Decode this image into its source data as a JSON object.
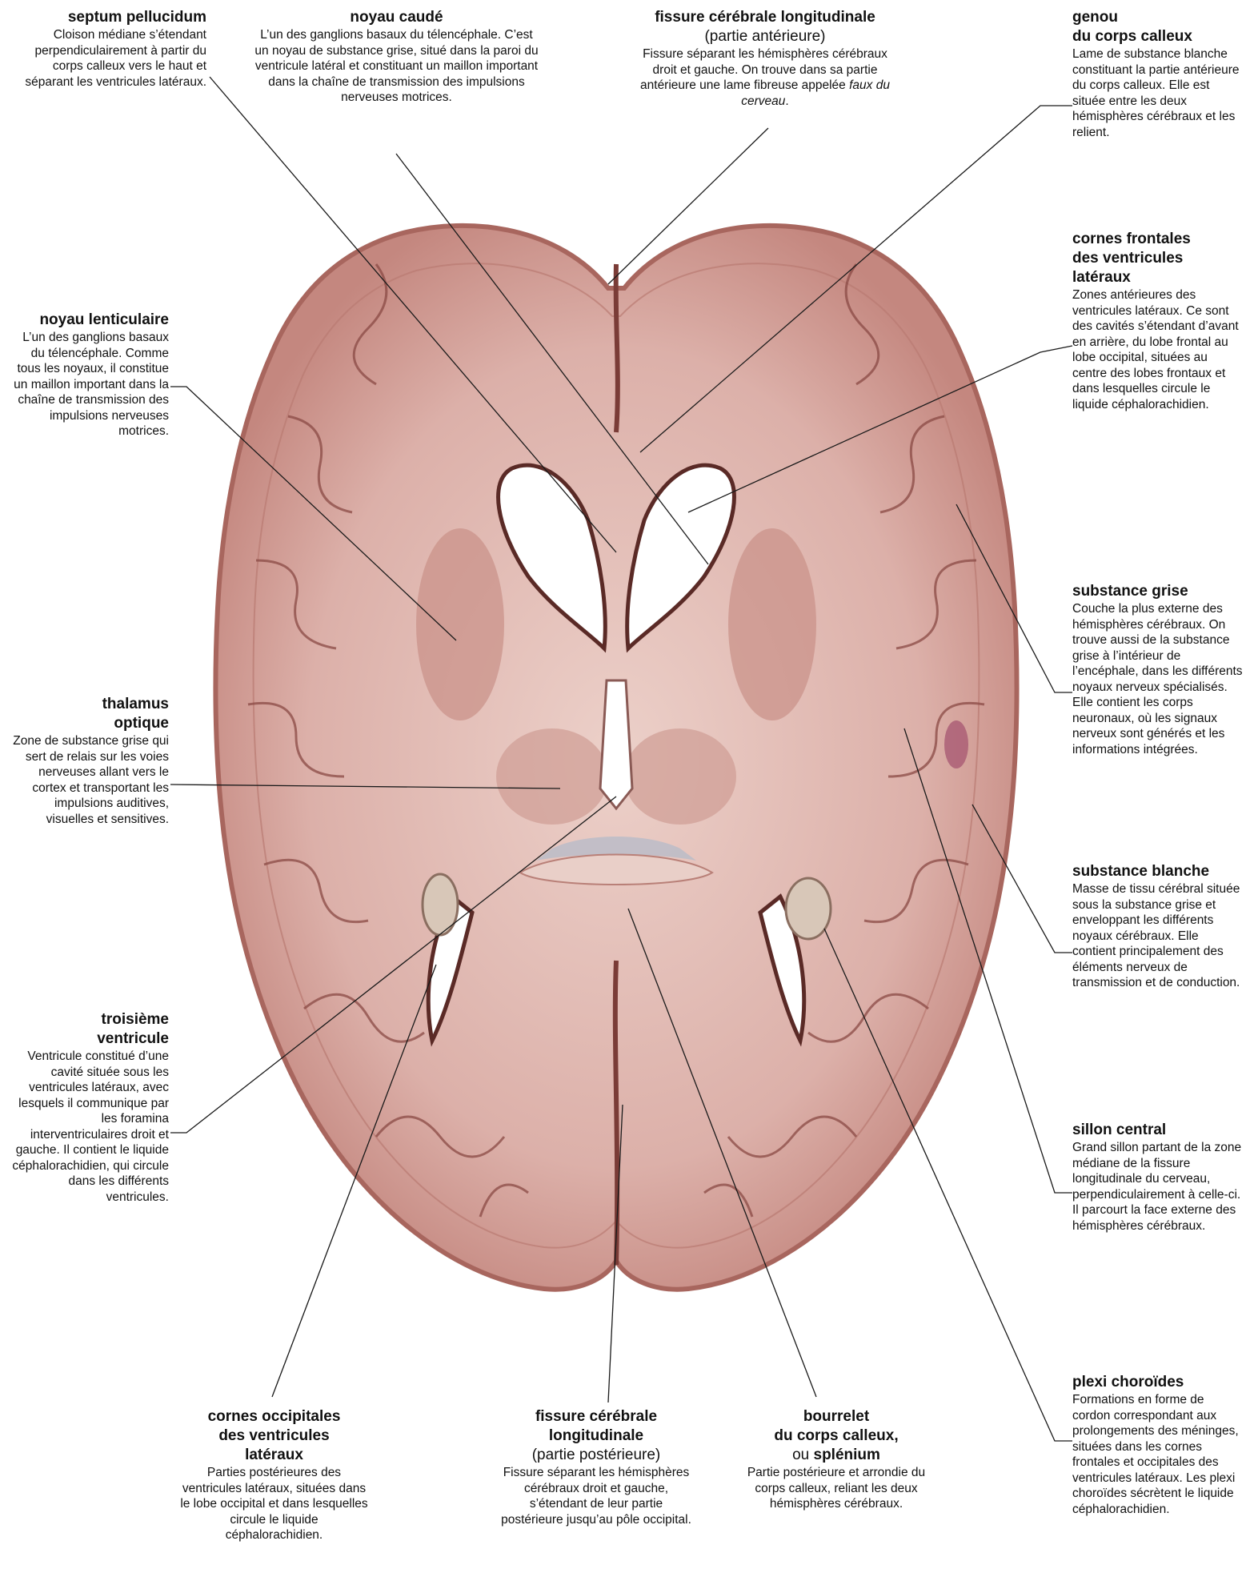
{
  "labels": {
    "septum": {
      "title": "septum pellucidum",
      "desc": "Cloison médiane s’étendant perpendiculairement à partir du corps calleux vers le haut et séparant les ventricules latéraux."
    },
    "noyau_caude": {
      "title": "noyau caudé",
      "desc": "L’un des ganglions basaux du télencéphale. C’est un noyau de substance grise, situé dans la paroi du ventricule latéral et constituant un maillon important dans la chaîne de transmission des impulsions nerveuses motrices."
    },
    "fissure_ant": {
      "title": "fissure cérébrale longitudinale",
      "subtitle": "(partie antérieure)",
      "desc": "Fissure séparant les hémisphères cérébraux droit et gauche. On trouve dans sa partie antérieure une lame fibreuse appelée",
      "desc_em": "faux du cerveau",
      "desc_end": "."
    },
    "genou": {
      "title_l1": "genou",
      "title_l2": "du corps calleux",
      "desc": "Lame de substance blanche constituant la partie antérieure du corps calleux. Elle est située entre les deux hémisphères cérébraux et les relient."
    },
    "cornes_frontales": {
      "title_l1": "cornes frontales",
      "title_l2": "des ventricules",
      "title_l3": "latéraux",
      "desc": "Zones antérieures des ventricules latéraux. Ce sont des cavités s’étendant d’avant en arrière, du lobe frontal au lobe occipital, situées au centre des lobes frontaux et dans lesquelles circule le liquide céphalorachidien."
    },
    "noyau_lenticulaire": {
      "title": "noyau lenticulaire",
      "desc": "L’un des ganglions basaux du télencéphale. Comme tous les noyaux, il constitue un maillon important dans la chaîne de transmission des impulsions nerveuses motrices."
    },
    "substance_grise": {
      "title": "substance grise",
      "desc": "Couche la plus externe des hémisphères cérébraux. On trouve aussi de la substance grise à l’intérieur de l’encéphale, dans les différents noyaux nerveux spécialisés. Elle contient les corps neuronaux, où les signaux nerveux sont générés et les informations intégrées."
    },
    "thalamus": {
      "title_l1": "thalamus",
      "title_l2": "optique",
      "desc": "Zone de substance grise qui sert de relais sur les voies nerveuses allant vers le cortex et transportant les impulsions auditives, visuelles et sensitives."
    },
    "substance_blanche": {
      "title": "substance blanche",
      "desc": "Masse de tissu cérébral située sous la substance grise et enveloppant les différents noyaux cérébraux. Elle contient principalement des éléments nerveux de transmission et de conduction."
    },
    "troisieme": {
      "title_l1": "troisième",
      "title_l2": "ventricule",
      "desc": "Ventricule constitué d’une cavité située sous les ventricules latéraux, avec lesquels il communique par les foramina interventriculaires droit et gauche. Il contient le liquide céphalorachidien, qui circule dans les différents ventricules."
    },
    "sillon": {
      "title": "sillon central",
      "desc": "Grand sillon partant de la zone médiane de la fissure longitudinale du cerveau, perpendiculairement à celle-ci. Il parcourt la face externe des hémisphères cérébraux."
    },
    "plexi": {
      "title": "plexi choroïdes",
      "desc": "Formations en forme de cordon correspondant aux prolongements des méninges, situées dans les cornes frontales et occipitales des ventricules latéraux. Les plexi choroïdes sécrètent le liquide céphalorachidien."
    },
    "cornes_occipitales": {
      "title_l1": "cornes occipitales",
      "title_l2": "des ventricules",
      "title_l3": "latéraux",
      "desc": "Parties postérieures des ventricules latéraux, situées dans le lobe occipital et dans lesquelles circule le liquide céphalorachidien."
    },
    "fissure_post": {
      "title_l1": "fissure cérébrale",
      "title_l2": "longitudinale",
      "subtitle": "(partie postérieure)",
      "desc": "Fissure séparant les hémisphères cérébraux droit et gauche, s’étendant de leur partie postérieure jusqu’au pôle occipital."
    },
    "bourrelet": {
      "title_l1": "bourrelet",
      "title_l2": "du corps calleux,",
      "title_l3_pre": "ou",
      "title_l3": "splénium",
      "desc": "Partie postérieure et arrondie du corps calleux, reliant les deux hémisphères cérébraux."
    }
  },
  "colors": {
    "tissue": "#d9aaa3",
    "tissue_light": "#e8c9c2",
    "cortex": "#c88e86",
    "sulcus": "#8a4a44",
    "ventricle": "#ffffff",
    "leader": "#1a1a1a"
  }
}
